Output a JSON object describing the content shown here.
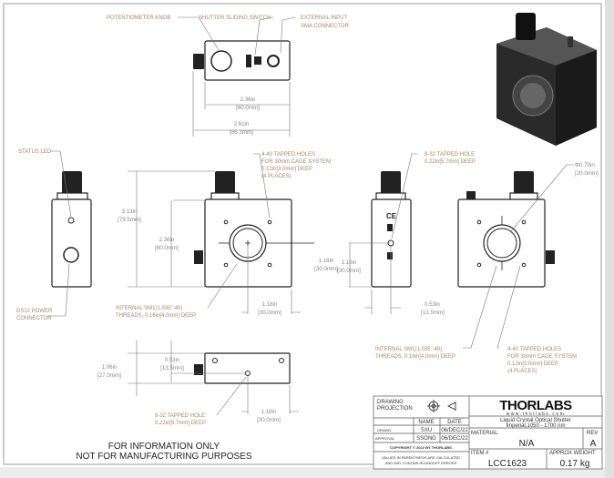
{
  "callouts": {
    "potentiometer": "POTENTIOMETER KNOB",
    "shutter_switch": "SHUTTER SLIDING SWITCH",
    "external_input": [
      "EXTERNAL INPUT",
      "SMA CONNECTOR"
    ],
    "status_led": "STATUS LED",
    "power_connector": [
      "DS12 POWER",
      "CONNECTOR"
    ],
    "tapped_4_40": [
      "4-40 TAPPED HOLES",
      "FOR 30mm CAGE SYSTEM",
      "0.12in[3.0mm] DEEP",
      "(4 PLACES)"
    ],
    "tapped_8_32": [
      "8-32 TAPPED HOLE",
      "0.22in[5.7mm] DEEP"
    ],
    "sm1_threads": [
      "INTERNAL SM1(1.035\"-40)",
      "THREADS, 0.16in[4.0mm] DEEP"
    ],
    "aperture": [
      "Φ0.79in",
      "[20.0mm]"
    ]
  },
  "dimensions": {
    "width_body": [
      "2.36in",
      "[60.0mm]"
    ],
    "width_total": [
      "2.61in",
      "[66.3mm]"
    ],
    "height_total": [
      "3.13in",
      "[79.5mm]"
    ],
    "height_body": [
      "2.36in",
      "[60.0mm]"
    ],
    "center_h": [
      "1.18in",
      "[30.0mm]"
    ],
    "offset": [
      "0.53in",
      "[13.5mm]"
    ],
    "depth": [
      "1.06in",
      "[27.0mm]"
    ]
  },
  "notice": [
    "FOR INFORMATION ONLY",
    "NOT FOR MANUFACTURING PURPOSES"
  ],
  "title_block": {
    "projection_label": [
      "DRAWING",
      "PROJECTION"
    ],
    "name_header": "NAME",
    "date_header": "DATE",
    "drawn_label": "DRAWN",
    "drawn_name": "SXU",
    "drawn_date": "06/DEC/22",
    "approval_label": "APPROVAL",
    "approval_name": "SSONG",
    "approval_date": "06/DEC/22",
    "copyright": "COPYRIGHT © 2022 BY THORLABS",
    "values_note": [
      "VALUES IN PARENTHESIS ARE CALCULATED",
      "AND MAY CONTAIN ROUNDOFF ERRORS"
    ],
    "logo": "THORLABS",
    "website": "www.thorlabs.com",
    "title": [
      "Liquid Crystal Optical Shutter",
      "Imperial,1050 - 1700 nm"
    ],
    "material_label": "MATERIAL",
    "material": "N/A",
    "rev_label": "REV",
    "rev": "A",
    "item_label": "ITEM #",
    "item": "LCC1623",
    "weight_label": "APPROX WEIGHT",
    "weight": "0.17 kg"
  }
}
